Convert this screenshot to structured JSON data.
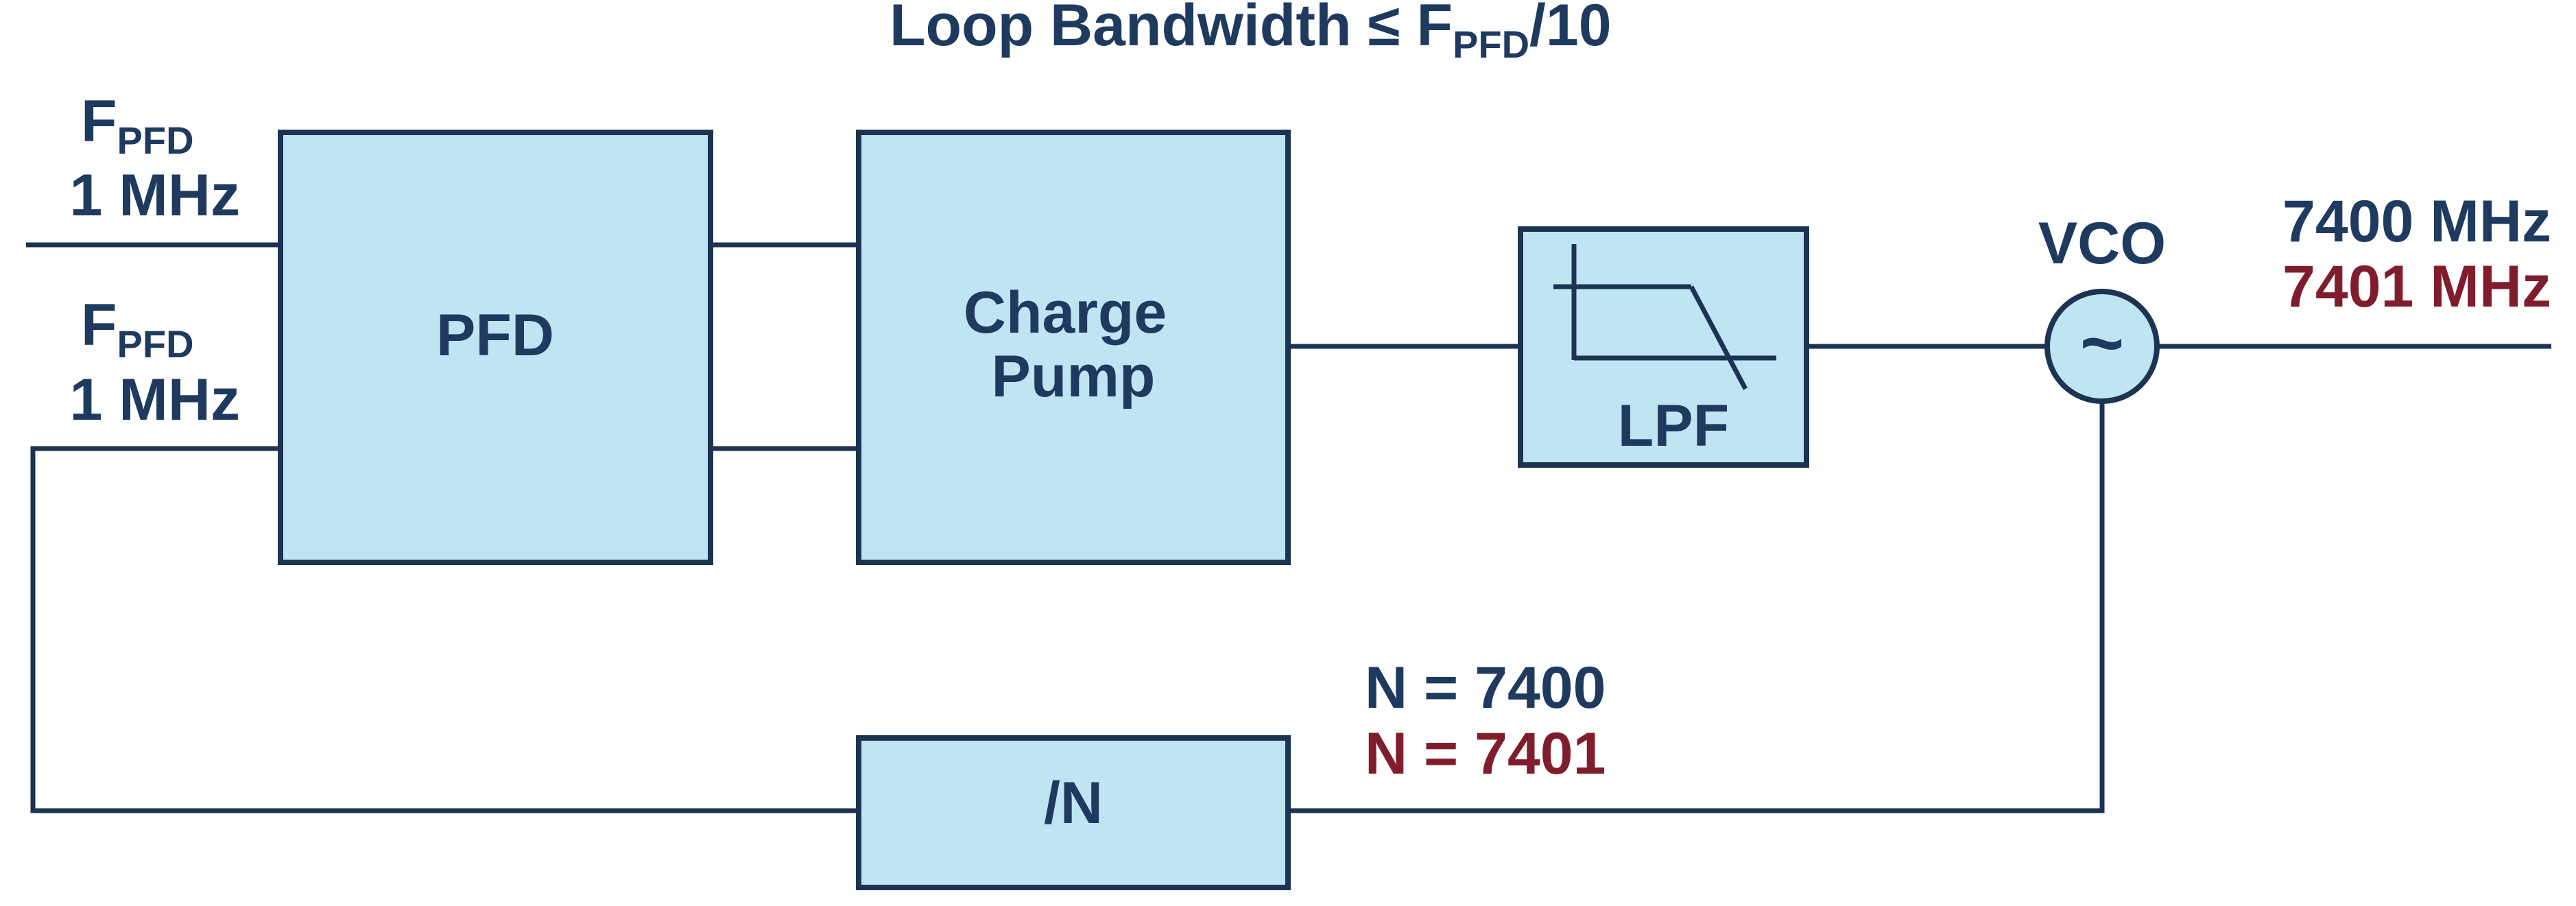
{
  "title": {
    "prefix": "Loop Bandwidth ≤ F",
    "sub": "PFD",
    "suffix": "/10"
  },
  "inputs": [
    {
      "f_main": "F",
      "f_sub": "PFD",
      "freq": "1 MHz"
    },
    {
      "f_main": "F",
      "f_sub": "PFD",
      "freq": "1 MHz"
    }
  ],
  "blocks": {
    "pfd": "PFD",
    "charge_pump": [
      "Charge",
      "Pump"
    ],
    "lpf": "LPF",
    "divider": "/N",
    "vco": "VCO",
    "vco_symbol": "~"
  },
  "output": {
    "freq_1": "7400 MHz",
    "freq_2": "7401 MHz"
  },
  "divider_values": {
    "n_1": "N = 7400",
    "n_2": "N = 7401"
  },
  "colors": {
    "text_primary": "#1e3a5f",
    "text_accent": "#7f1d2d",
    "block_fill": "#bfe5f3",
    "line": "#1c3352"
  }
}
